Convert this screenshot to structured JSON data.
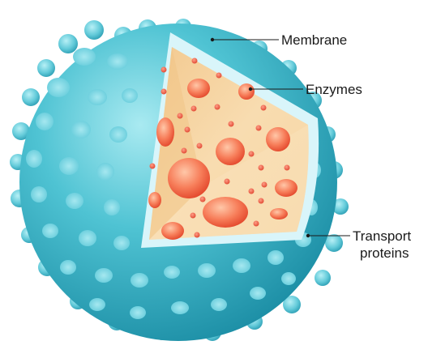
{
  "labels": {
    "membrane": "Membrane",
    "enzymes": "Enzymes",
    "transport_line1": "Transport",
    "transport_line2": "proteins"
  },
  "colors": {
    "shell": "#4fc3d3",
    "shell_light": "#8fe0ea",
    "shell_dark": "#1d8fa6",
    "membrane_band": "#d9f5fa",
    "cytoplasm": "#f7d7a6",
    "cytoplasm_shadow": "#e9bf85",
    "enzyme": "#f05a3e",
    "enzyme_light": "#ffb08a"
  }
}
